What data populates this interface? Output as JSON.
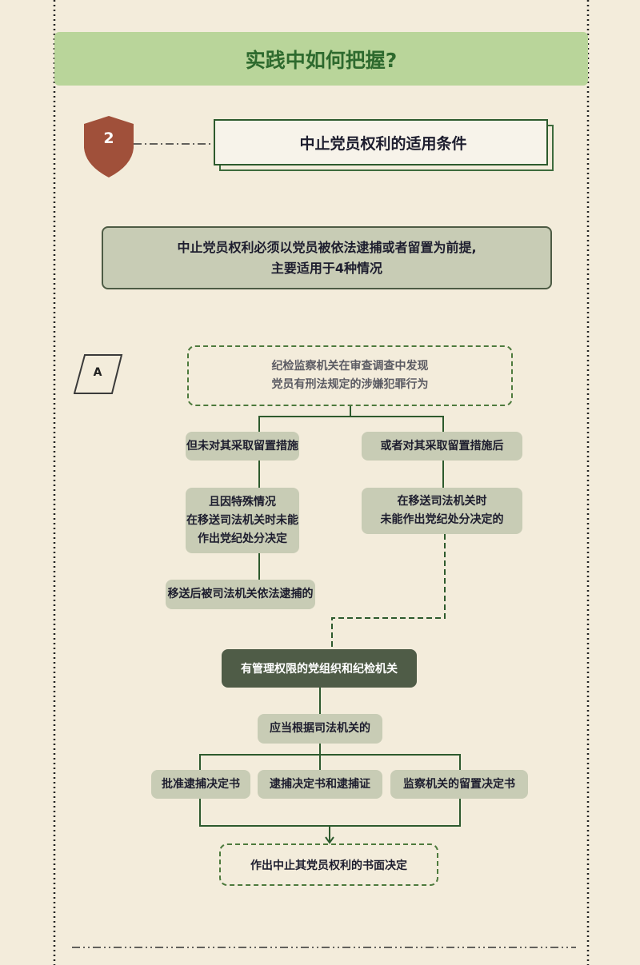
{
  "header": {
    "title": "实践中如何把握?"
  },
  "section": {
    "number": "2",
    "title": "中止党员权利的适用条件"
  },
  "premise": {
    "line1": "中止党员权利必须以党员被依法逮捕或者留置为前提,",
    "line2": "主要适用于4种情况"
  },
  "flow": {
    "label": "A",
    "start": {
      "line1": "纪检监察机关在审查调查中发现",
      "line2": "党员有刑法规定的涉嫌犯罪行为"
    },
    "left": {
      "step1": "但未对其采取留置措施",
      "step2": [
        "且因特殊情况",
        "在移送司法机关时未能",
        "作出党纪处分决定"
      ],
      "step3": "移送后被司法机关依法逮捕的"
    },
    "right": {
      "step1": "或者对其采取留置措施后",
      "step2": [
        "在移送司法机关时",
        "未能作出党纪处分决定的"
      ]
    },
    "authority": "有管理权限的党组织和纪检机关",
    "basis": "应当根据司法机关的",
    "documents": [
      "批准逮捕决定书",
      "逮捕决定书和逮捕证",
      "监察机关的留置决定书"
    ],
    "result": "作出中止其党员权利的书面决定"
  },
  "colors": {
    "background": "#f3ecdb",
    "banner": "#b9d59a",
    "shield": "#a0503a",
    "line": "#2d5a2d",
    "node": "#c8ccb5",
    "dark_node": "#4f5c47"
  }
}
